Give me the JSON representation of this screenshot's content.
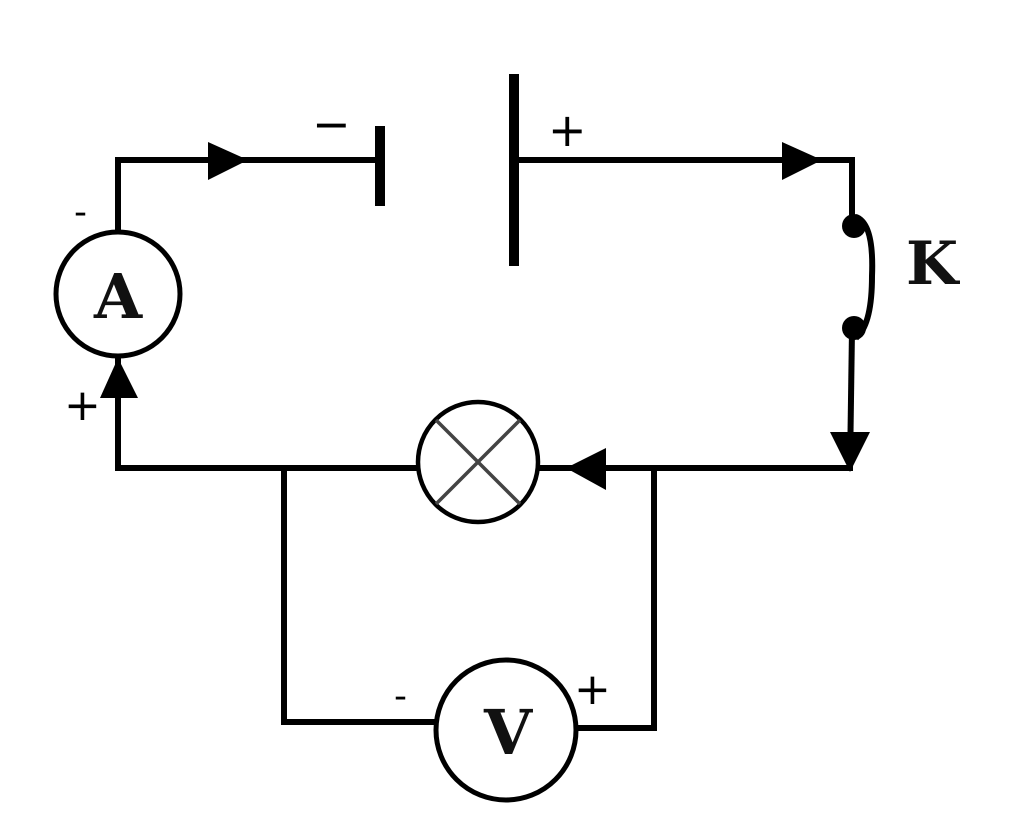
{
  "battery": {
    "negative_sign": "−",
    "positive_sign": "+"
  },
  "ammeter": {
    "letter": "A",
    "negative_sign": "-",
    "positive_sign": "+"
  },
  "voltmeter": {
    "letter": "V",
    "negative_sign": "-",
    "positive_sign": "+"
  },
  "switch": {
    "letter": "K",
    "state": "closed"
  },
  "lamp": {
    "symbol": "cross-in-circle"
  },
  "current_direction": "clockwise"
}
